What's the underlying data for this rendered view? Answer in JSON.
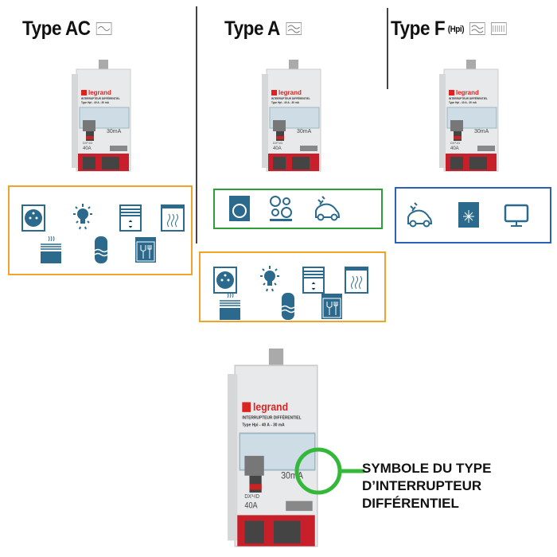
{
  "colors": {
    "orange": "#f0a22a",
    "green": "#2e9e3a",
    "blue": "#2b5fb8",
    "icon": "#2b6a8c",
    "callout": "#35b83a"
  },
  "types": [
    {
      "title": "Type AC",
      "suffix": "",
      "symbols": [
        "ac-wave-icon"
      ]
    },
    {
      "title": "Type A",
      "suffix": "",
      "symbols": [
        "a-wave-icon"
      ]
    },
    {
      "title": "Type F",
      "suffix": "(Hpi)",
      "symbols": [
        "a-wave-icon",
        "hf-wave-icon"
      ]
    }
  ],
  "breaker": {
    "brand": "legrand",
    "label": "INTERRUPTEUR DIFFÉRENTIEL",
    "sub": "Type Hpi - 40 A - 30 mA",
    "sensitivity": "30mA",
    "rating": "40A",
    "model": "DX³-ID"
  },
  "groups": {
    "ac": [
      "socket",
      "bulb",
      "shutter",
      "oven",
      "radiator",
      "water-heater",
      "dishwasher"
    ],
    "a_extra": [
      "washing-machine",
      "hob",
      "electric-car"
    ],
    "a_base": [
      "socket",
      "bulb",
      "shutter",
      "oven",
      "radiator",
      "water-heater",
      "dishwasher"
    ],
    "f": [
      "electric-car",
      "freezer",
      "tv"
    ]
  },
  "callout": {
    "lines": [
      "SYMBOLE DU TYPE",
      "D’INTERRUPTEUR",
      "DIFFÉRENTIEL"
    ]
  }
}
